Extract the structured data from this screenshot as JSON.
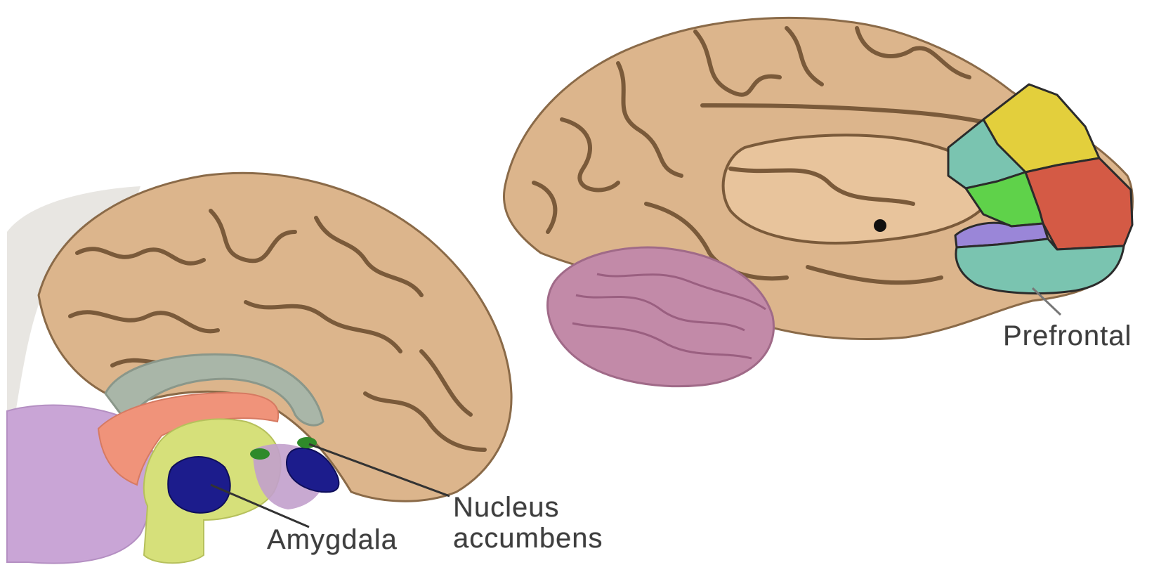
{
  "labels": {
    "prefrontal": "Prefrontal",
    "nucleus_line1": "Nucleus",
    "nucleus_line2": "accumbens",
    "amygdala": "Amygdala"
  },
  "colors": {
    "cortex": "#dcb58c",
    "cortex_inner": "#e8c49c",
    "sulcus": "#7a5a3a",
    "cerebellum": "#c28aa8",
    "brainstem_left": "#c9a5d6",
    "limbic_green": "#d6e07a",
    "cingulate_gray": "#a9b6a8",
    "salmon": "#f0937a",
    "navy": "#1c1c8c",
    "dark_green": "#2f8a2a",
    "pfc_yellow": "#e3cf3c",
    "pfc_teal": "#7ac4b0",
    "pfc_green": "#5fd24a",
    "pfc_red": "#d45a45",
    "pfc_purple": "#9a86d8"
  }
}
